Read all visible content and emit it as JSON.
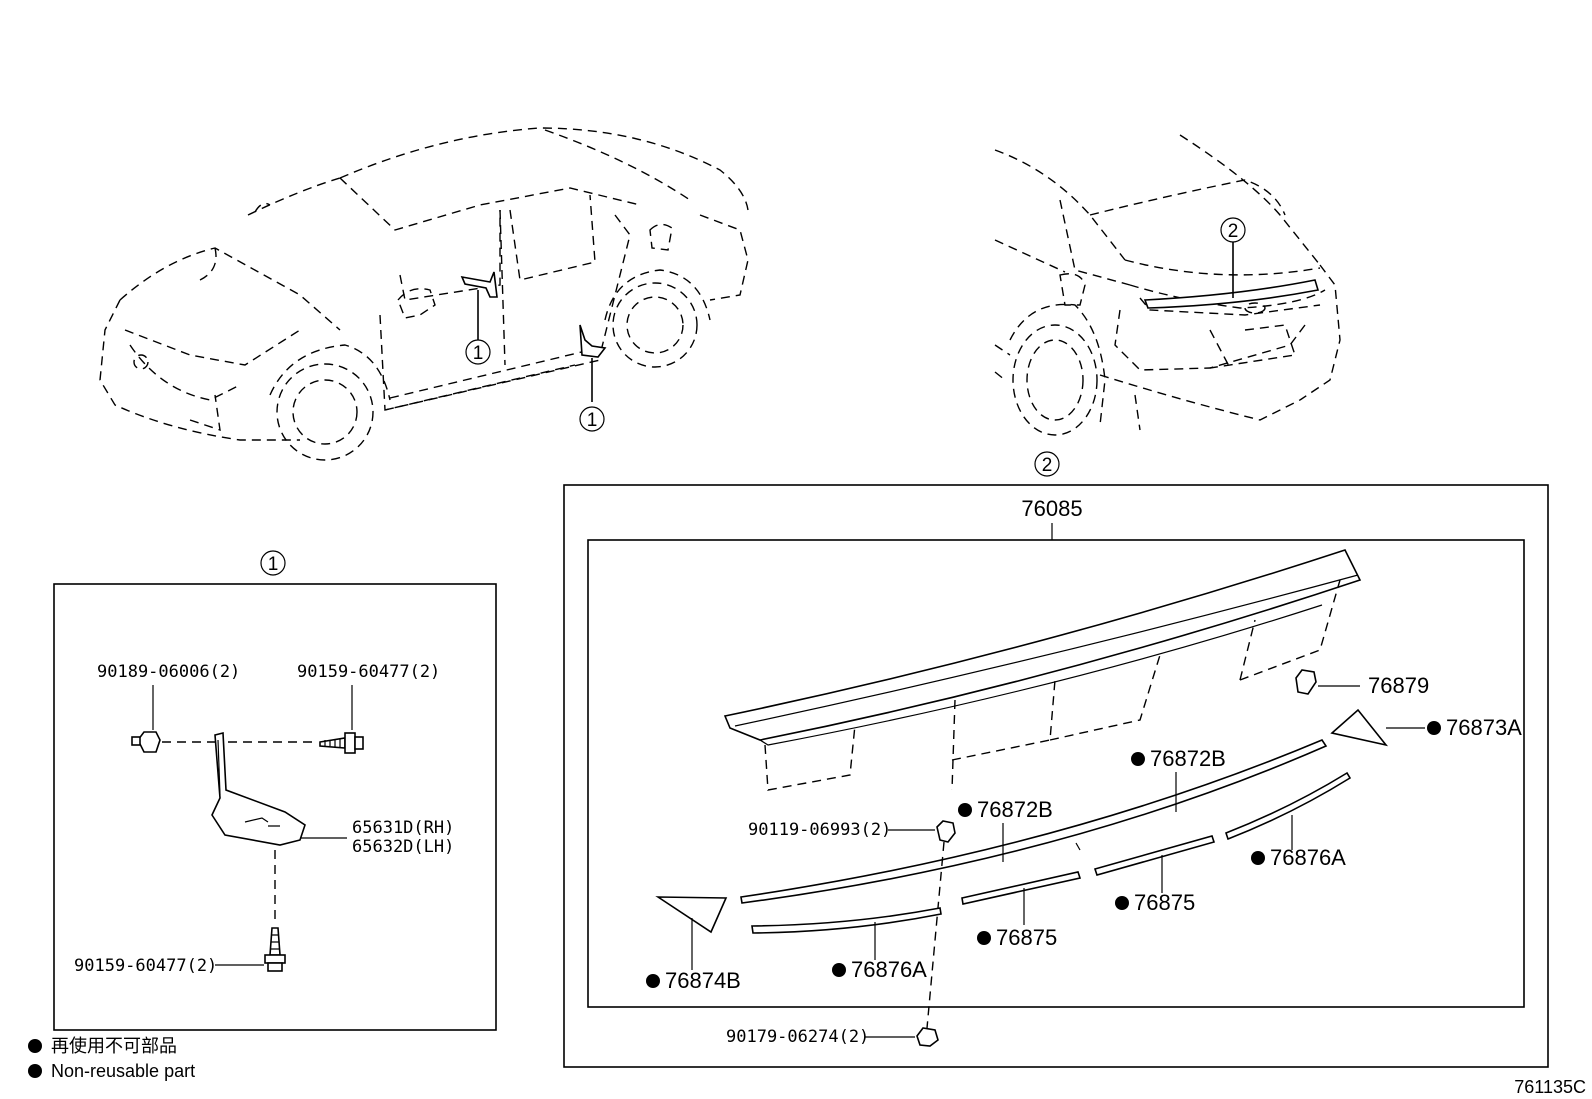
{
  "callouts": {
    "one": "1",
    "two": "2"
  },
  "box1": {
    "labels": {
      "nut": "90189-06006(2)",
      "bolt_top": "90159-60477(2)",
      "bracket_rh": "65631D(RH)",
      "bracket_lh": "65632D(LH)",
      "bolt_bottom": "90159-60477(2)"
    }
  },
  "box2": {
    "assembly": "76085",
    "labels": {
      "p76879": "76879",
      "p76873A": "76873A",
      "p76872B_right": "76872B",
      "p76872B_left": "76872B",
      "p90119": "90119-06993(2)",
      "p76876A_right": "76876A",
      "p76875_right": "76875",
      "p76875_left": "76875",
      "p76876A_left": "76876A",
      "p76874B": "76874B",
      "p90179": "90179-06274(2)"
    }
  },
  "legend": {
    "jp": "再使用不可部品",
    "en": "Non-reusable part"
  },
  "figure_code": "761135C"
}
